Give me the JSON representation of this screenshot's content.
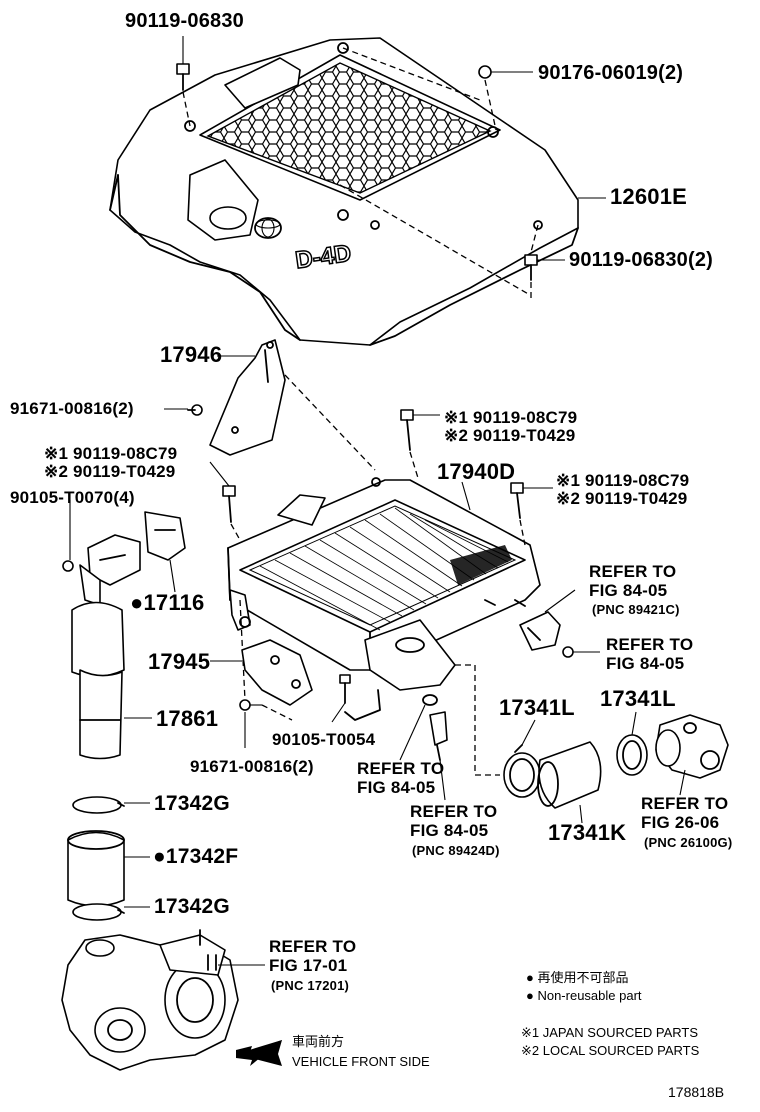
{
  "parts": {
    "p01": "90119-06830",
    "p02": "90176-06019(2)",
    "p03": "12601E",
    "p04": "90119-06830(2)",
    "p05": "17946",
    "p06": "91671-00816(2)",
    "p07a": "※1 90119-08C79",
    "p07b": "※2 90119-T0429",
    "p08a": "※1 90119-08C79",
    "p08b": "※2 90119-T0429",
    "p09": "17940D",
    "p10a": "※1 90119-08C79",
    "p10b": "※2 90119-T0429",
    "p11": "90105-T0070(4)",
    "p12": "●17116",
    "p13": "17945",
    "p14": "17861",
    "p15": "90105-T0054",
    "p16": "91671-00816(2)",
    "p17": "17341L",
    "p18": "17341L",
    "p19": "17341K",
    "p20": "17342G",
    "p21": "●17342F",
    "p22": "17342G"
  },
  "refs": {
    "r1a": "REFER TO",
    "r1b": "FIG 84-05",
    "r1c": "(PNC 89421C)",
    "r2a": "REFER TO",
    "r2b": "FIG 84-05",
    "r3a": "REFER TO",
    "r3b": "FIG 84-05",
    "r4a": "REFER TO",
    "r4b": "FIG 84-05",
    "r4c": "(PNC 89424D)",
    "r5a": "REFER TO",
    "r5b": "FIG 26-06",
    "r5c": "(PNC 26100G)",
    "r6a": "REFER TO",
    "r6b": "FIG 17-01",
    "r6c": "(PNC 17201)"
  },
  "logo_text": "D-4D",
  "legend": {
    "ja": "● 再使用不可部品",
    "en": "● Non-reusable part",
    "note1": "※1 JAPAN SOURCED PARTS",
    "note2": "※2 LOCAL SOURCED PARTS"
  },
  "direction": {
    "ja": "車両前方",
    "en": "VEHICLE FRONT SIDE"
  },
  "figure_id": "178818B"
}
